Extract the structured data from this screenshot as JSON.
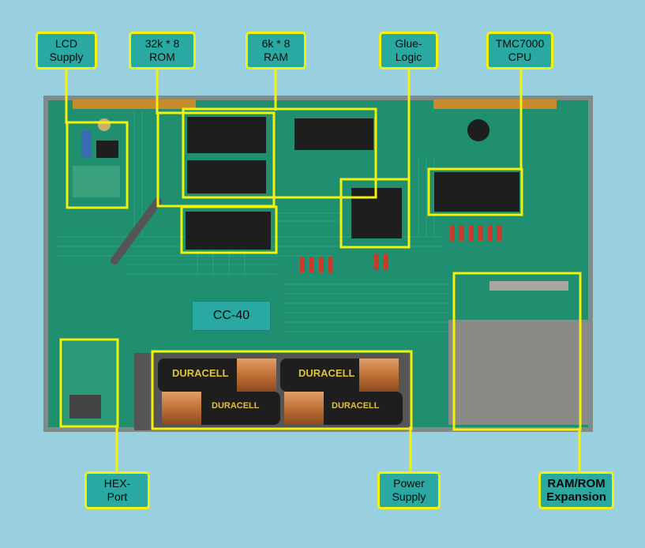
{
  "labels": {
    "lcd_supply": "LCD\nSupply",
    "rom": "32k * 8\nROM",
    "ram": "6k * 8\nRAM",
    "glue_logic": "Glue-\nLogic",
    "cpu": "TMC7000\nCPU",
    "hex_port": "HEX-\nPort",
    "power_supply": "Power\nSupply",
    "ram_rom_expansion": "RAM/ROM\nExpansion"
  },
  "board_label": "CC-40",
  "battery_brand": "DURACELL",
  "colors": {
    "background": "#99d0e0",
    "callout_border": "#f2f20a",
    "label_fill": "#2aa9a3",
    "pcb": "#1f8f70",
    "chip": "#1e1e1e"
  }
}
